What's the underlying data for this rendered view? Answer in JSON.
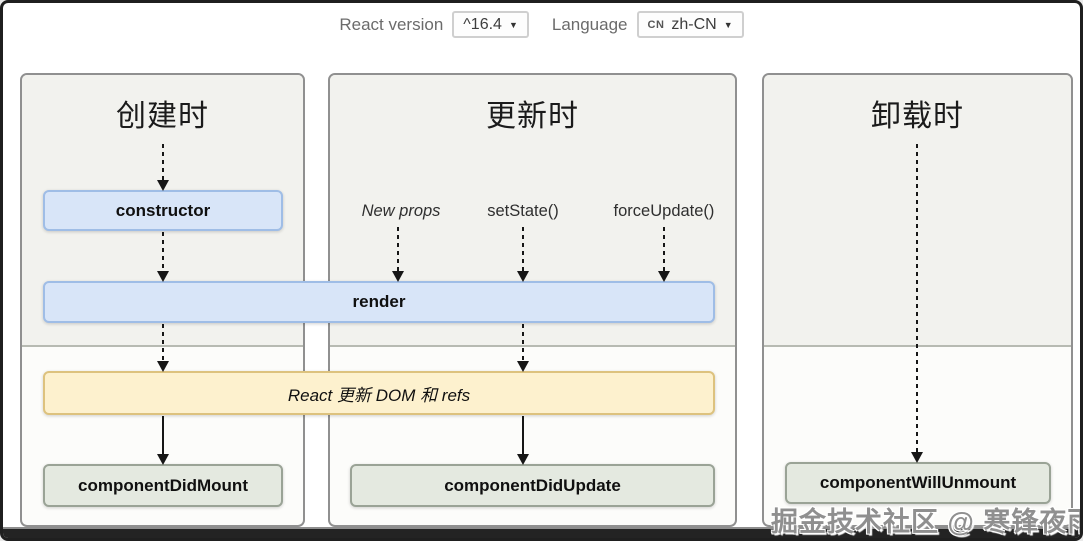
{
  "toolbar": {
    "react_version_label": "React version",
    "react_version_value": "^16.4",
    "language_label": "Language",
    "language_tag": "CN",
    "language_value": "zh-CN",
    "caret": "▼"
  },
  "panels": {
    "mounting": {
      "title": "创建时"
    },
    "updating": {
      "title": "更新时",
      "triggers": [
        "New props",
        "setState()",
        "forceUpdate()"
      ]
    },
    "unmounting": {
      "title": "卸载时"
    }
  },
  "boxes": {
    "constructor": "constructor",
    "render": "render",
    "commit_note": "React 更新 DOM 和 refs",
    "component_did_mount": "componentDidMount",
    "component_did_update": "componentDidUpdate",
    "component_will_unmount": "componentWillUnmount"
  },
  "watermark": "掘金技术社区 @ 寒锋夜雨",
  "colors": {
    "blue_fill": "#d8e5f8",
    "blue_border": "#9fbde6",
    "yellow_fill": "#fdf1ce",
    "yellow_border": "#ddc27e",
    "green_fill": "#e4e9e0",
    "green_border": "#9aa396"
  }
}
